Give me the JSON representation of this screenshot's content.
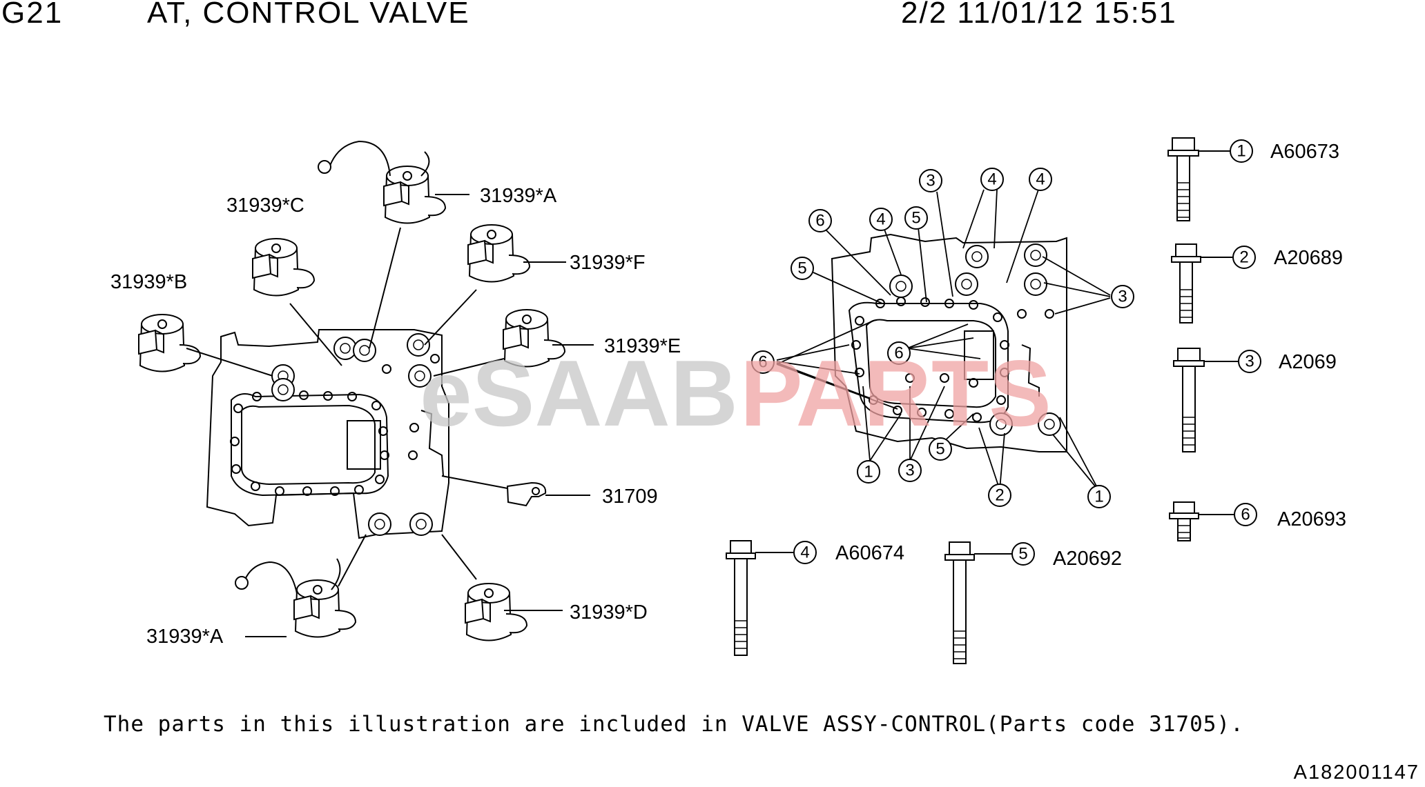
{
  "header": {
    "code": "G21",
    "title": "AT, CONTROL VALVE",
    "page_date": "2/2 11/01/12 15:51"
  },
  "watermark": {
    "part1": "eSAAB",
    "part2": "PARTS",
    "color1": "#c8c8c8",
    "color2": "#f0a3a3"
  },
  "left_labels": {
    "s_a_top": "31939*A",
    "s_c": "31939*C",
    "s_f": "31939*F",
    "s_b": "31939*B",
    "s_e": "31939*E",
    "plate": "31709",
    "s_d": "31939*D",
    "s_a_bottom": "31939*A"
  },
  "callout_numbers": {
    "n1": "1",
    "n2": "2",
    "n3": "3",
    "n4": "4",
    "n5": "5",
    "n6": "6"
  },
  "bolt_legend": [
    {
      "num": "1",
      "code": "A60673"
    },
    {
      "num": "2",
      "code": "A20689"
    },
    {
      "num": "3",
      "code": "A2069"
    },
    {
      "num": "6",
      "code": "A20693"
    },
    {
      "num": "4",
      "code": "A60674"
    },
    {
      "num": "5",
      "code": "A20692"
    }
  ],
  "footnote": "The parts in this illustration are included in VALVE ASSY-CONTROL(Parts code 31705).",
  "reference_code": "A182001147"
}
